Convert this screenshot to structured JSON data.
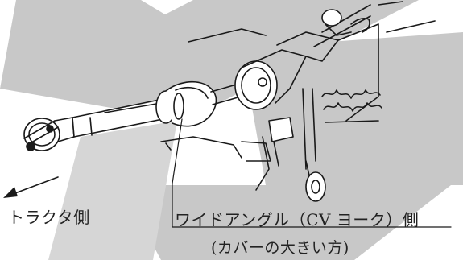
{
  "labels": {
    "tractor_side": "トラクタ側",
    "wide_angle_side": "ワイドアングル（CV ヨーク）側",
    "cover_note": "(カバーの大きい方)"
  },
  "colors": {
    "background": "#ffffff",
    "shadow_band": "#c8c8c8",
    "line": "#1a1a1a"
  },
  "icons": {
    "arrow": "arrow-left-down-icon"
  }
}
